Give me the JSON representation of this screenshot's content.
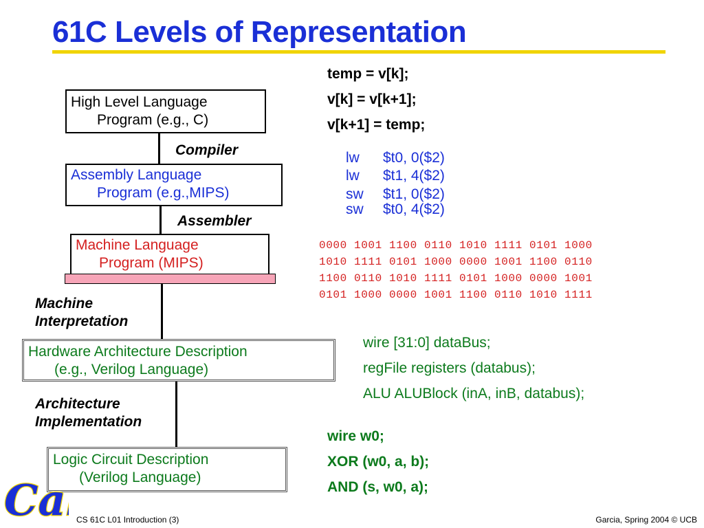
{
  "title": "61C Levels of Representation",
  "levels": {
    "hll": {
      "line1": "High Level Language",
      "line2": "Program (e.g., C)"
    },
    "asm": {
      "line1": "Assembly  Language",
      "line2": "Program (e.g.,MIPS)"
    },
    "machine": {
      "line1": "Machine  Language",
      "line2": "Program (MIPS)"
    },
    "hardware": {
      "line1": "Hardware Architecture Description",
      "line2": "(e.g., Verilog Language)"
    },
    "logic": {
      "line1": "Logic Circuit Description",
      "line2": "(Verilog Language)"
    }
  },
  "steps": {
    "compiler": "Compiler",
    "assembler": "Assembler",
    "machine_interp_1": "Machine",
    "machine_interp_2": "Interpretation",
    "arch_impl_1": "Architecture",
    "arch_impl_2": "Implementation"
  },
  "c_code": [
    "temp = v[k];",
    "v[k] = v[k+1];",
    "v[k+1] = temp;"
  ],
  "asm_code": [
    {
      "op": "lw",
      "args": "$t0, 0($2)"
    },
    {
      "op": "lw",
      "args": "$t1, 4($2)"
    },
    {
      "op": "sw",
      "args": "$t1, 0($2)"
    },
    {
      "op": "sw",
      "args": "$t0, 4($2)"
    }
  ],
  "machine_code": [
    "0000 1001 1100 0110 1010 1111 0101 1000",
    "1010 1111 0101 1000 0000 1001 1100 0110",
    "1100 0110 1010 1111 0101 1000 0000 1001",
    "0101 1000 0000 1001 1100 0110 1010 1111"
  ],
  "verilog_hw": [
    "wire [31:0] dataBus;",
    "regFile registers (databus);",
    "ALU ALUBlock (inA, inB, databus);"
  ],
  "verilog_logic": [
    "wire w0;",
    "XOR (w0, a, b);",
    "AND (s, w0, a);"
  ],
  "logo_text": "Cal",
  "footer": {
    "left": "CS 61C L01 Introduction (3)",
    "right": "Garcia, Spring 2004 © UCB"
  },
  "colors": {
    "title": "#1a2fd6",
    "title_rule": "#f0d400",
    "assembly": "#1a2fd6",
    "machine": "#d42020",
    "machine_bar": "#f7a5b8",
    "hardware": "#0c7a1c",
    "logo": "#1a2fd6",
    "logo_outline": "#f0d400"
  }
}
